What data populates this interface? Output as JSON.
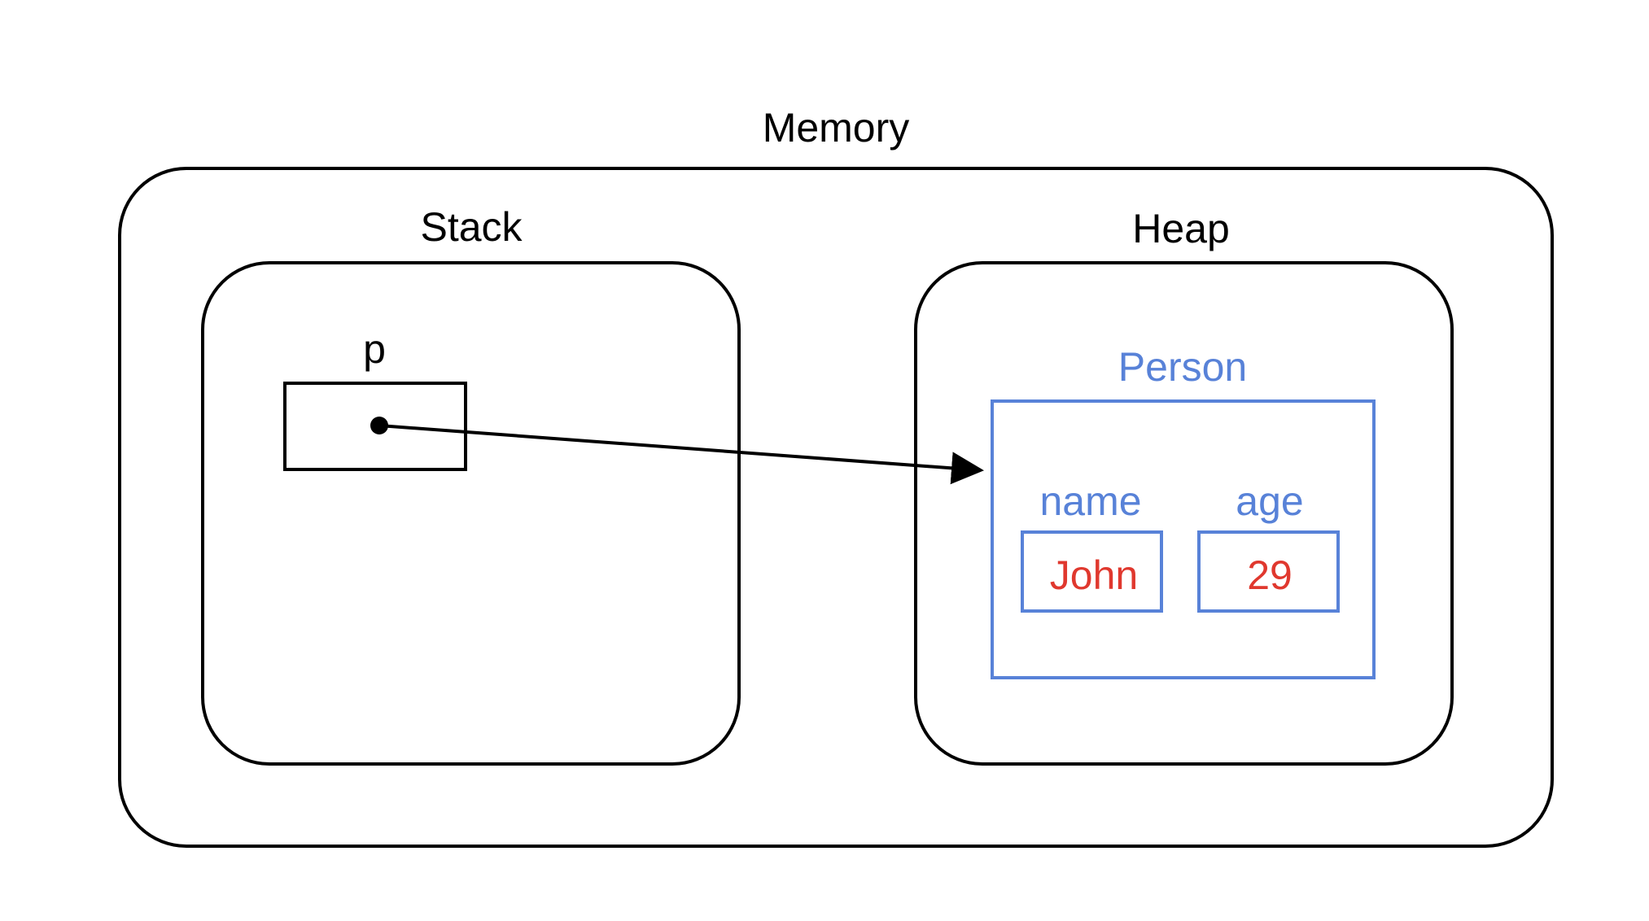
{
  "labels": {
    "memory": "Memory",
    "stack": "Stack",
    "heap": "Heap",
    "pointer": "p",
    "object_class": "Person",
    "field_name": "name",
    "field_age": "age"
  },
  "values": {
    "name": "John",
    "age": "29"
  },
  "colors": {
    "outline": "#000000",
    "object_blue": "#5882d8",
    "value_red": "#e0382e"
  }
}
